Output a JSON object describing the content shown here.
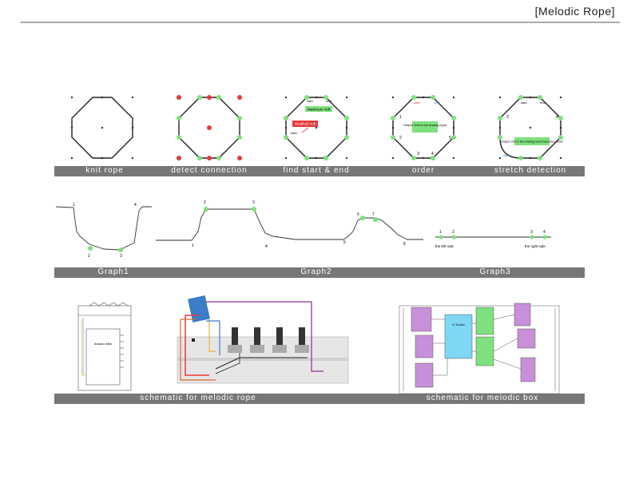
{
  "header": {
    "title": "[Melodic Rope]"
  },
  "octagon_row": {
    "captions": [
      "knit rope",
      "detect connection",
      "find start & end",
      "order",
      "stretch detection"
    ],
    "panel3": {
      "box_red": "Smallest Volt",
      "box_green": "Maximum Volt",
      "tag1": "start",
      "tag2": "end",
      "tag3": "start"
    },
    "panel4": {
      "box_green": "Output Volt to the Analog input",
      "tag1": "start",
      "tag2": "end",
      "n1": "1",
      "n2": "2",
      "n3": "3",
      "n4": "4",
      "n5": "5"
    },
    "panel5": {
      "box_green": "Output Volt to the Analog input becomes lower",
      "tag1": "start",
      "tag2": "end",
      "tag3": "start",
      "n1": "3",
      "n2": "4"
    }
  },
  "graph_row": {
    "captions": [
      "Graph1",
      "Graph2",
      "Graph3"
    ],
    "g1": {
      "p1": "1",
      "p2": "2",
      "p3": "3",
      "p4": "4"
    },
    "g2": {
      "p1": "1",
      "p2": "2",
      "p3": "3",
      "p4": "4",
      "p5": "5",
      "p6": "6",
      "p7": "7",
      "p8": "8"
    },
    "g3": {
      "p1": "1",
      "p2": "2",
      "p3": "3",
      "p4": "4",
      "left": "the left side",
      "right": "the right side"
    }
  },
  "schematic_row": {
    "captions": [
      "schematic for melodic rope",
      "schematic for melodic box"
    ],
    "chip_label": "Arduino Mini",
    "box_chip_label": "IC Socket"
  },
  "colors": {
    "green": "#7ee07e",
    "red": "#e8383a",
    "bar": "#777777",
    "blue_board": "#3a7dc9",
    "cyan_chip": "#7fd6f5",
    "purple_chip": "#c890d8"
  }
}
